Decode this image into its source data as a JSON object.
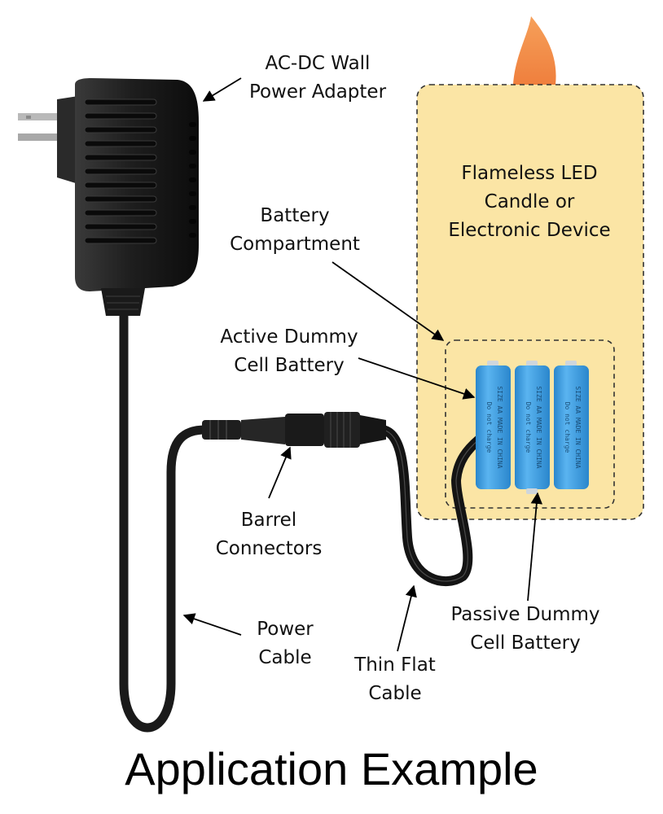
{
  "labels": {
    "adapter": [
      "AC-DC Wall",
      "Power Adapter"
    ],
    "device": [
      "Flameless LED",
      "Candle or",
      "Electronic Device"
    ],
    "compartment": [
      "Battery",
      "Compartment"
    ],
    "active_dummy": [
      "Active Dummy",
      "Cell Battery"
    ],
    "barrel": [
      "Barrel",
      "Connectors"
    ],
    "power_cable": [
      "Power",
      "Cable"
    ],
    "flat_cable": [
      "Thin Flat",
      "Cable"
    ],
    "passive_dummy": [
      "Passive Dummy",
      "Cell Battery"
    ]
  },
  "battery_print": [
    "Do not charge",
    "SIZE AA MADE IN CHINA"
  ],
  "footer_title": "Application Example",
  "colors": {
    "device_fill": "#fbe5a5",
    "flame": "#f2884a",
    "battery": "#3e9fe0",
    "cable": "#1c1c1c"
  }
}
